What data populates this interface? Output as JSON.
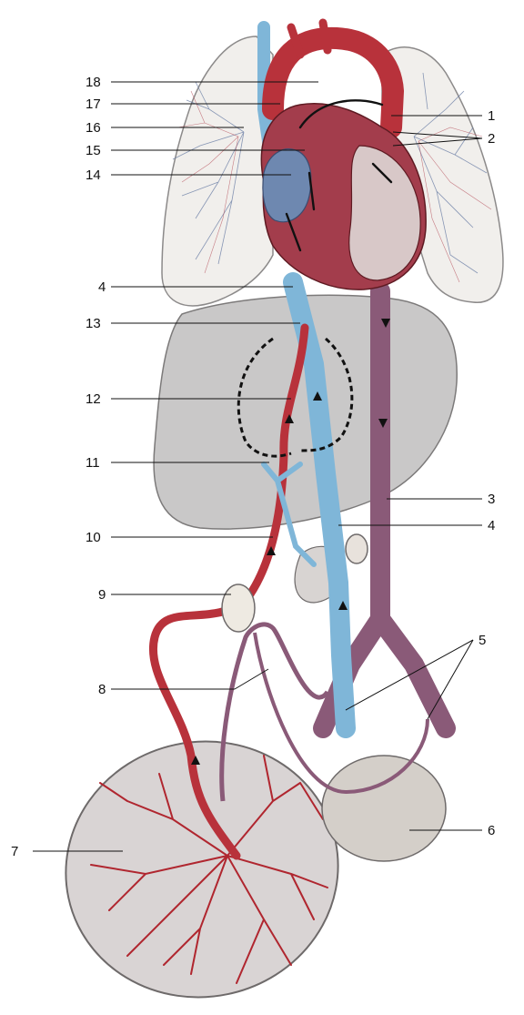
{
  "colors": {
    "artery": "#b8323b",
    "artery_dark": "#7a1a22",
    "vein_blue": "#7fb6d8",
    "vein_blue_dark": "#3f7fa8",
    "mixed_purple": "#8a5a78",
    "heart": "#a33d4c",
    "lung": "#f1efec",
    "liver": "#c9c8c8",
    "placenta": "#d9d4d4",
    "bladder": "#d4cfc9",
    "leader": "#111111"
  },
  "labels": {
    "l1": "1",
    "l2": "2",
    "l3": "3",
    "l4a": "4",
    "l4b": "4",
    "l5": "5",
    "l6": "6",
    "l7": "7",
    "l8": "8",
    "l9": "9",
    "l10": "10",
    "l11": "11",
    "l12": "12",
    "l13": "13",
    "l14": "14",
    "l15": "15",
    "l16": "16",
    "l17": "17",
    "l18": "18"
  }
}
